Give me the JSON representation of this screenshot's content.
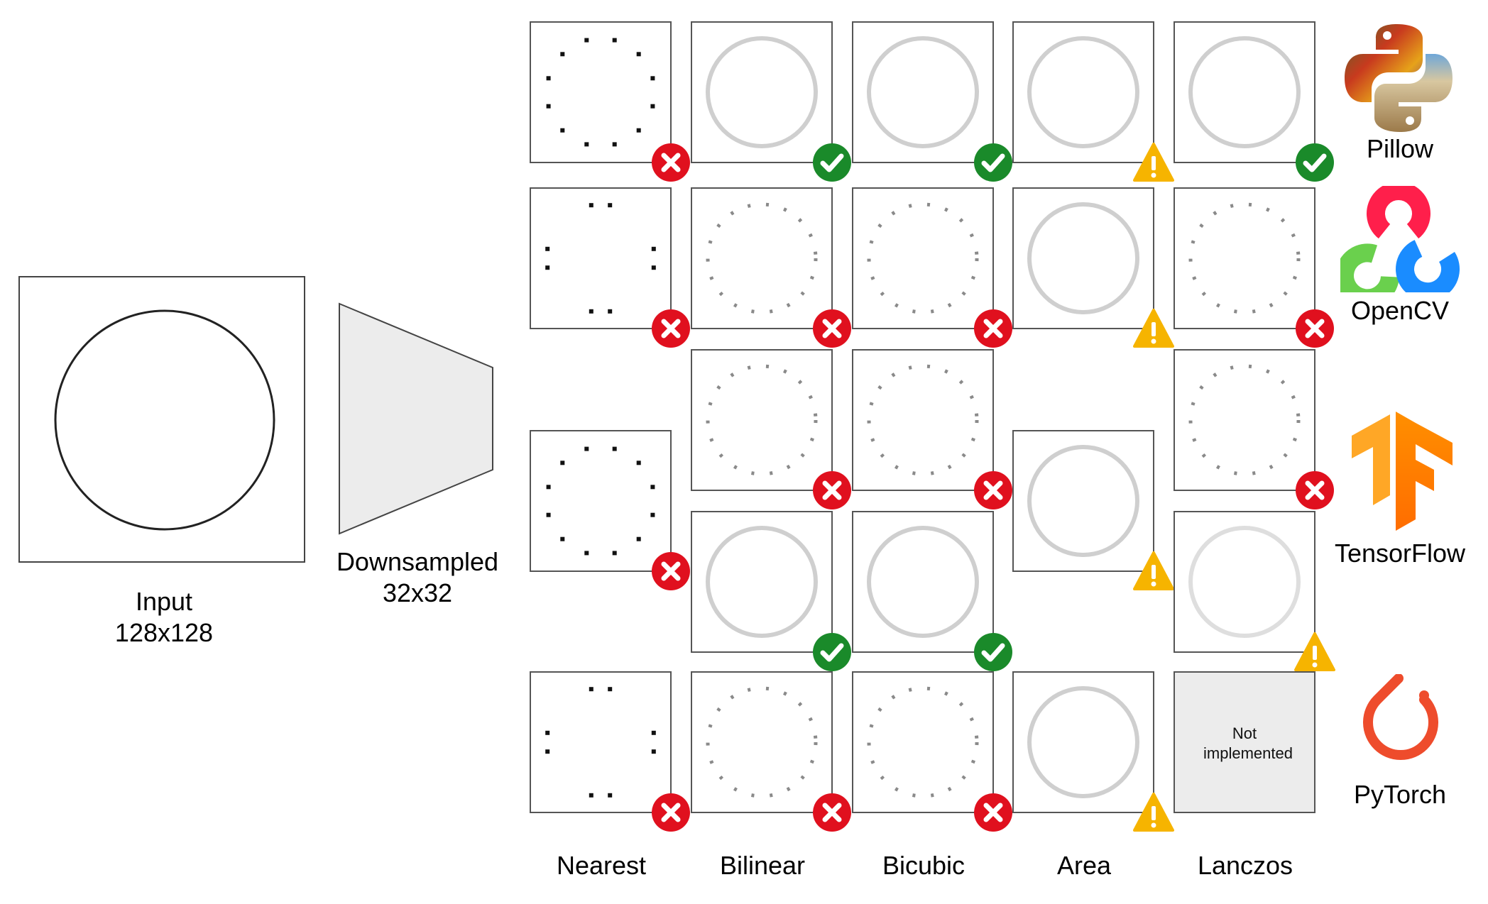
{
  "input": {
    "title": "Input",
    "size": "128x128"
  },
  "downsampler": {
    "title": "Downsampled",
    "size": "32x32"
  },
  "columns": [
    "Nearest",
    "Bilinear",
    "Bicubic",
    "Area",
    "Lanczos"
  ],
  "libraries": [
    {
      "name": "Pillow",
      "icon": "pillow-logo-icon"
    },
    {
      "name": "OpenCV",
      "icon": "opencv-logo-icon"
    },
    {
      "name": "TensorFlow",
      "icon": "tensorflow-logo-icon"
    },
    {
      "name": "PyTorch",
      "icon": "pytorch-logo-icon"
    }
  ],
  "results": {
    "pillow": {
      "nearest": "fail",
      "bilinear": "pass",
      "bicubic": "pass",
      "area": "warning",
      "lanczos": "pass"
    },
    "opencv": {
      "nearest": "fail",
      "bilinear": "fail",
      "bicubic": "fail",
      "area": "warning",
      "lanczos": "fail"
    },
    "tensorflow_a": {
      "bilinear": "fail",
      "bicubic": "fail",
      "lanczos": "fail"
    },
    "tensorflow_b": {
      "nearest": "fail",
      "bilinear": "pass",
      "bicubic": "pass",
      "area": "warning",
      "lanczos": "warning"
    },
    "pytorch": {
      "nearest": "fail",
      "bilinear": "fail",
      "bicubic": "fail",
      "area": "warning",
      "lanczos": "not-implemented"
    }
  },
  "not_implemented_text": "Not implemented",
  "status_colors": {
    "pass": "#1a8a2a",
    "fail": "#e0101e",
    "warning": "#f6b400"
  }
}
